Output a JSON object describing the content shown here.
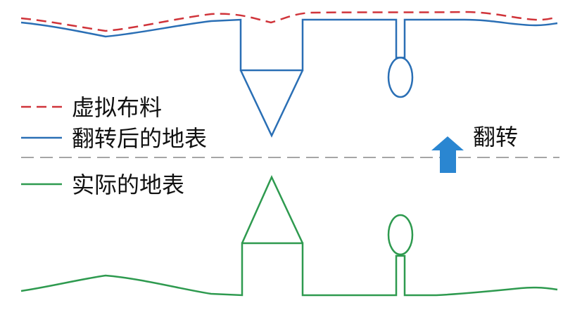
{
  "legend": {
    "virtual_cloth": "虚拟布料",
    "flipped_surface": "翻转后的地表",
    "actual_surface": "实际的地表"
  },
  "flip_label": "翻转",
  "colors": {
    "virtual_cloth": "#d0343a",
    "flipped_surface": "#2a6fb5",
    "actual_surface": "#2e9a4f",
    "divider": "#888888",
    "arrow": "#2a86d1",
    "text": "#111111"
  }
}
